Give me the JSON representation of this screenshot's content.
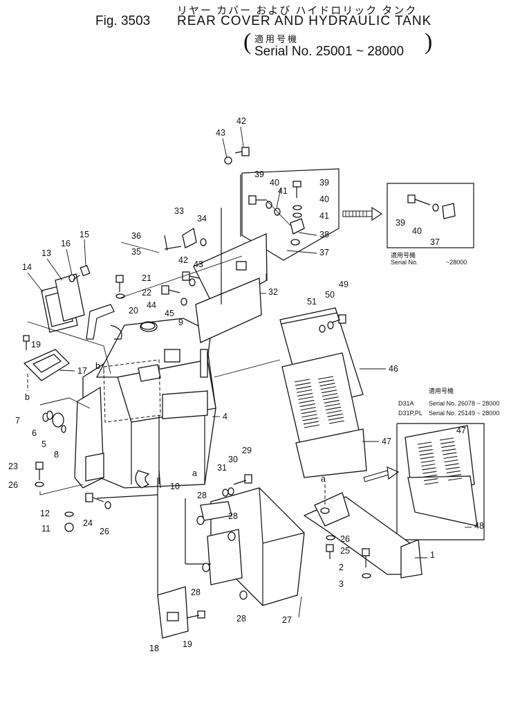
{
  "header": {
    "figure": "Fig. 3503",
    "title_jp": "リヤー カバー および ハイドロリック タンク",
    "title_en": "REAR COVER AND HYDRAULIC TANK",
    "applicability_jp": "適用号機",
    "serial": "Serial No. 25001 ~ 28000"
  },
  "callouts": {
    "c1": "1",
    "c2": "2",
    "c3": "3",
    "c4": "4",
    "c5": "5",
    "c6": "6",
    "c7": "7",
    "c8": "8",
    "c9": "9",
    "c10": "10",
    "c11": "11",
    "c12": "12",
    "c13": "13",
    "c14": "14",
    "c15": "15",
    "c16": "16",
    "c17": "17",
    "c18": "18",
    "c19a": "19",
    "c19b": "19",
    "c20": "20",
    "c21": "21",
    "c22": "22",
    "c23": "23",
    "c24": "24",
    "c25": "25",
    "c26a": "26",
    "c26b": "26",
    "c26c": "26",
    "c27": "27",
    "c28a": "28",
    "c28b": "28",
    "c28c": "28",
    "c28d": "28",
    "c29": "29",
    "c30": "30",
    "c31": "31",
    "c32": "32",
    "c33": "33",
    "c34": "34",
    "c35": "35",
    "c36": "36",
    "c37a": "37",
    "c37b": "37",
    "c38": "38",
    "c39a": "39",
    "c39b": "39",
    "c39c": "39",
    "c40a": "40",
    "c40b": "40",
    "c40c": "40",
    "c41a": "41",
    "c41b": "41",
    "c42a": "42",
    "c42b": "42",
    "c43a": "43",
    "c43b": "43",
    "c44": "44",
    "c45": "45",
    "c46": "46",
    "c47a": "47",
    "c47b": "47",
    "c48": "48",
    "c49": "49",
    "c50": "50",
    "c51": "51",
    "ref_a1": "a",
    "ref_a2": "a",
    "ref_b1": "b",
    "ref_b2": "b"
  },
  "insets": {
    "bracket": {
      "applicability_jp": "適用号機",
      "serial_label": "Serial No.",
      "serial_range": "~28000"
    },
    "cover": {
      "applicability_jp": "適用号機",
      "rows": [
        {
          "model": "D31A",
          "serial": "Serial No. 26078 ~ 28000"
        },
        {
          "model": "D31P,PL",
          "serial": "Serial No. 25149 ~ 28000"
        }
      ]
    }
  }
}
